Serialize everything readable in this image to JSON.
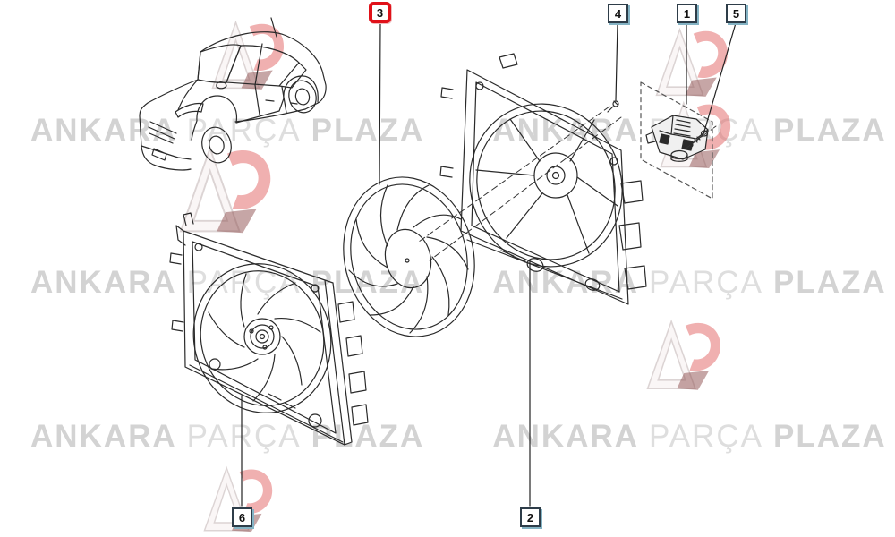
{
  "watermark": {
    "brand_word_1": "ANKARA",
    "brand_word_2": "PARÇA",
    "brand_word_3": "PLAZA",
    "text_color_bold": "#d3d3d3",
    "text_color_light": "#dedede",
    "logo_primary_color": "#e26262",
    "logo_secondary_color": "#8d4d4d",
    "logo_outline_color": "#dcd4d4"
  },
  "diagram": {
    "type": "exploded-parts-diagram",
    "highlight_color": "#e01119",
    "label_border_color": "#2e3d49",
    "label_shadow_color": "#84b3c4",
    "callouts": [
      {
        "number": "1",
        "highlighted": false
      },
      {
        "number": "2",
        "highlighted": false
      },
      {
        "number": "3",
        "highlighted": true
      },
      {
        "number": "4",
        "highlighted": false
      },
      {
        "number": "5",
        "highlighted": false
      },
      {
        "number": "6",
        "highlighted": false
      }
    ]
  }
}
